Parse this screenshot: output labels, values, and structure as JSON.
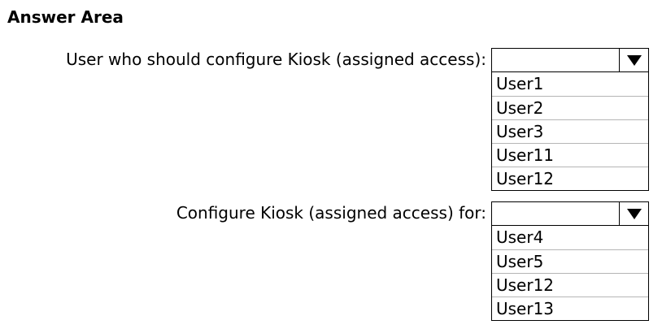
{
  "title": "Answer Area",
  "questions": [
    {
      "prompt": "User who should configure Kiosk (assigned access):",
      "selected": "",
      "options": [
        "User1",
        "User2",
        "User3",
        "User11",
        "User12"
      ]
    },
    {
      "prompt": "Configure Kiosk (assigned access) for:",
      "selected": "",
      "options": [
        "User4",
        "User5",
        "User12",
        "User13"
      ]
    }
  ]
}
